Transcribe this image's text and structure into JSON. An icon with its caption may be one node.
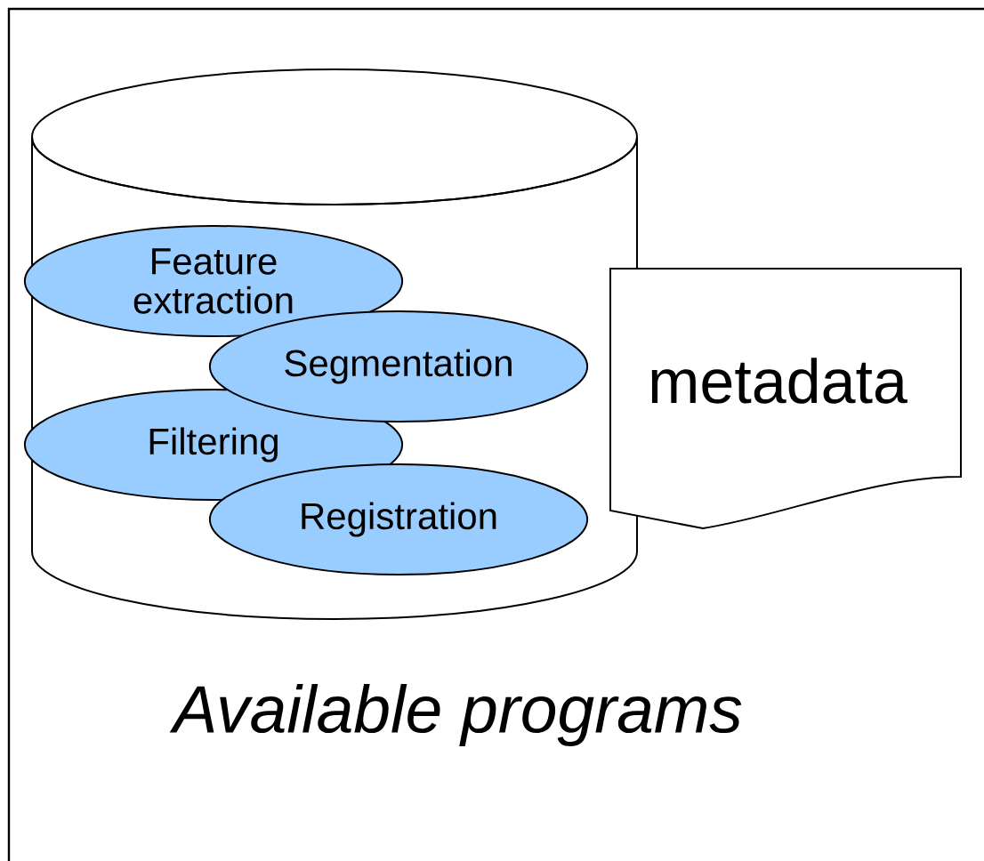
{
  "diagram": {
    "nodes": [
      {
        "text": [],
        "shape": "cylinder"
      },
      {
        "text": [
          "Feature extraction"
        ],
        "in": 0
      },
      {
        "text": [
          "Segmentation"
        ],
        "in": 0
      },
      {
        "text": [
          "Filtering"
        ],
        "in": 0
      },
      {
        "text": [
          "Registration"
        ],
        "in": 0
      },
      {
        "text": [
          "metadata"
        ]
      }
    ],
    "labels": [
      "Available programs"
    ]
  }
}
